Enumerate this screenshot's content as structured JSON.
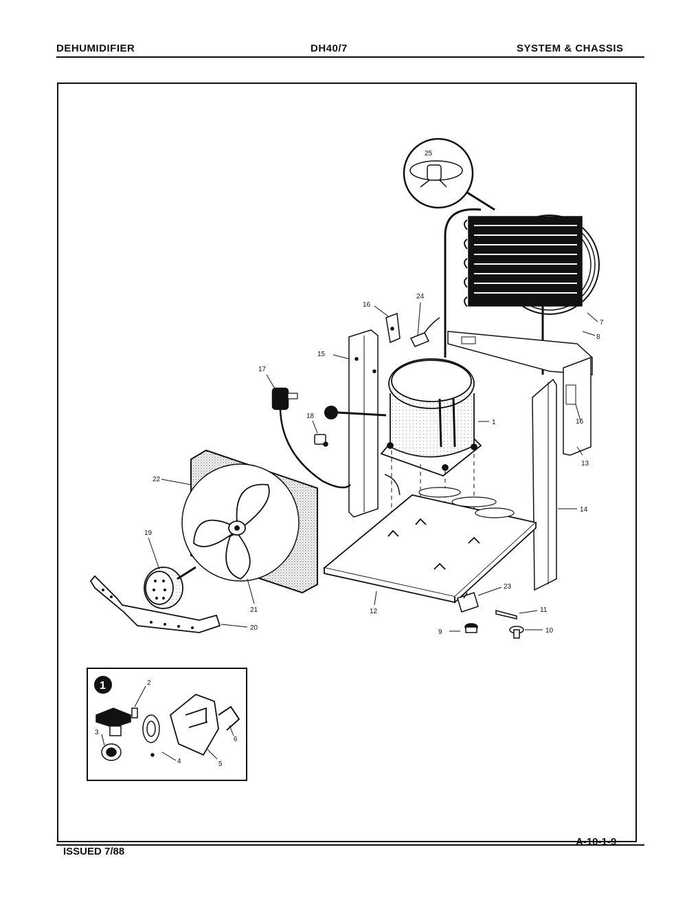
{
  "header": {
    "left": "DEHUMIDIFIER",
    "center": "DH40/7",
    "right": "SYSTEM & CHASSIS"
  },
  "footer": {
    "issued": "ISSUED 7/88",
    "page_code": "A-10-1-9"
  },
  "callouts": {
    "c1": "1",
    "c2": "2",
    "c3": "3",
    "c4": "4",
    "c5": "5",
    "c6": "6",
    "c7": "7",
    "c8": "8",
    "c9": "9",
    "c10": "10",
    "c11": "11",
    "c12": "12",
    "c13": "13",
    "c14": "14",
    "c15": "15",
    "c16a": "16",
    "c16b": "16",
    "c17": "17",
    "c18": "18",
    "c19": "19",
    "c20": "20",
    "c21": "21",
    "c22": "22",
    "c23": "23",
    "c24": "24",
    "c25": "25"
  }
}
